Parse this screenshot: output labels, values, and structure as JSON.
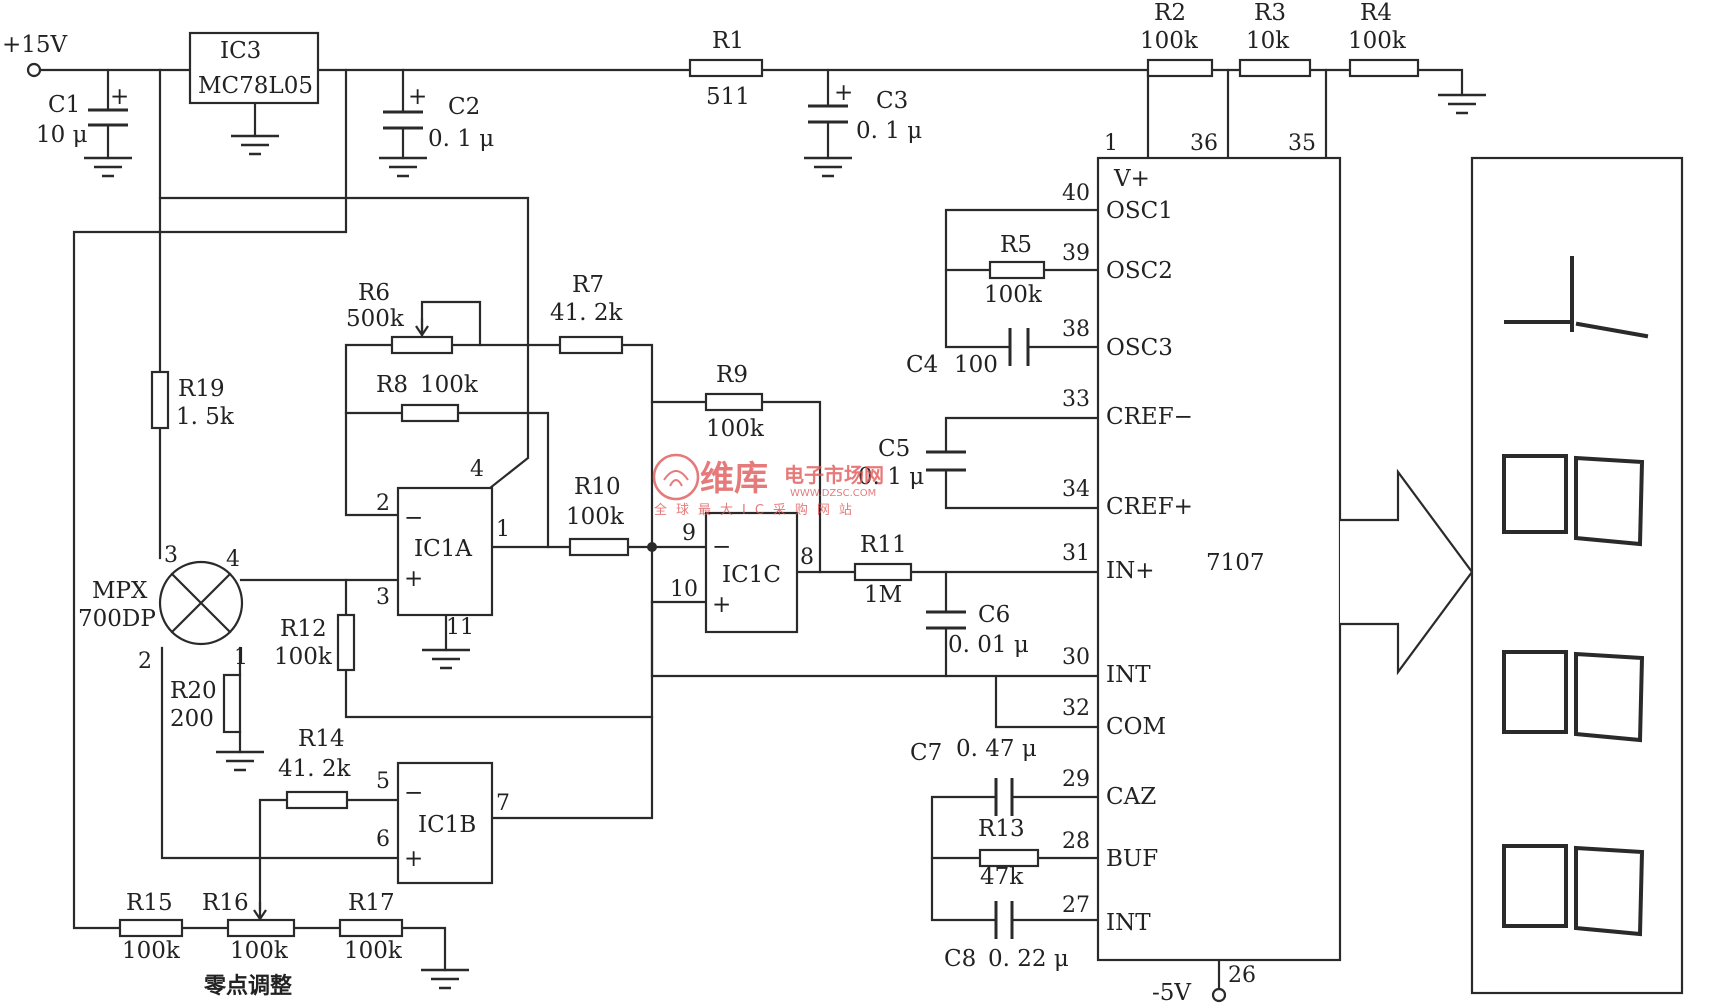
{
  "supply": {
    "pos": "+15V",
    "neg": "-5V"
  },
  "ic3": {
    "name": "IC3",
    "part": "MC78L05"
  },
  "c1": {
    "name": "C1",
    "value": "10 μ"
  },
  "c2": {
    "name": "C2",
    "value": "0. 1 μ"
  },
  "c3": {
    "name": "C3",
    "value": "0. 1 μ"
  },
  "c4": {
    "name": "C4",
    "value": "100"
  },
  "c5": {
    "name": "C5",
    "value": "0. 1 μ"
  },
  "c6": {
    "name": "C6",
    "value": "0. 01 μ"
  },
  "c7": {
    "name": "C7",
    "value": "0. 47 μ"
  },
  "c8": {
    "name": "C8",
    "value": "0. 22 μ"
  },
  "r1": {
    "name": "R1",
    "value": "511"
  },
  "r2": {
    "name": "R2",
    "value": "100k"
  },
  "r3": {
    "name": "R3",
    "value": "10k"
  },
  "r4": {
    "name": "R4",
    "value": "100k"
  },
  "r5": {
    "name": "R5",
    "value": "100k"
  },
  "r6": {
    "name": "R6",
    "value": "500k"
  },
  "r7": {
    "name": "R7",
    "value": "41. 2k"
  },
  "r8": {
    "name": "R8",
    "value": "100k"
  },
  "r9": {
    "name": "R9",
    "value": "100k"
  },
  "r10": {
    "name": "R10",
    "value": "100k"
  },
  "r11": {
    "name": "R11",
    "value": "1M"
  },
  "r12": {
    "name": "R12",
    "value": "100k"
  },
  "r13": {
    "name": "R13",
    "value": "47k"
  },
  "r14": {
    "name": "R14",
    "value": "41. 2k"
  },
  "r15": {
    "name": "R15",
    "value": "100k"
  },
  "r16": {
    "name": "R16",
    "value": "100k"
  },
  "r17": {
    "name": "R17",
    "value": "100k"
  },
  "r19": {
    "name": "R19",
    "value": "1. 5k"
  },
  "r20": {
    "name": "R20",
    "value": "200"
  },
  "sensor": {
    "line1": "MPX",
    "line2": "700DP",
    "pins": [
      "3",
      "4",
      "2",
      "1"
    ]
  },
  "ic1a": {
    "name": "IC1A",
    "pins": [
      "2",
      "3",
      "4",
      "1",
      "11"
    ],
    "minus": "−",
    "plus": "+"
  },
  "ic1b": {
    "name": "IC1B",
    "pins": [
      "5",
      "6",
      "7"
    ],
    "minus": "−",
    "plus": "+"
  },
  "ic1c": {
    "name": "IC1C",
    "pins": [
      "9",
      "10",
      "8"
    ],
    "minus": "−",
    "plus": "+"
  },
  "adc": {
    "name": "7107",
    "vplus": "V+",
    "top_pins": [
      "1",
      "36",
      "35"
    ],
    "bottom_pin": "26",
    "left_pins": [
      {
        "num": "40",
        "label": "OSC1"
      },
      {
        "num": "39",
        "label": "OSC2"
      },
      {
        "num": "38",
        "label": "OSC3"
      },
      {
        "num": "33",
        "label": "CREF−"
      },
      {
        "num": "34",
        "label": "CREF+"
      },
      {
        "num": "31",
        "label": "IN+"
      },
      {
        "num": "30",
        "label": "INT"
      },
      {
        "num": "32",
        "label": "COM"
      },
      {
        "num": "29",
        "label": "CAZ"
      },
      {
        "num": "28",
        "label": "BUF"
      },
      {
        "num": "27",
        "label": "INT"
      }
    ]
  },
  "zero_adjust_label": "零点调整",
  "watermark": {
    "brand": "维库",
    "market": "电子市场网",
    "url": "WWW.DZSC.COM",
    "tagline": "全球最大IC采购网站"
  }
}
